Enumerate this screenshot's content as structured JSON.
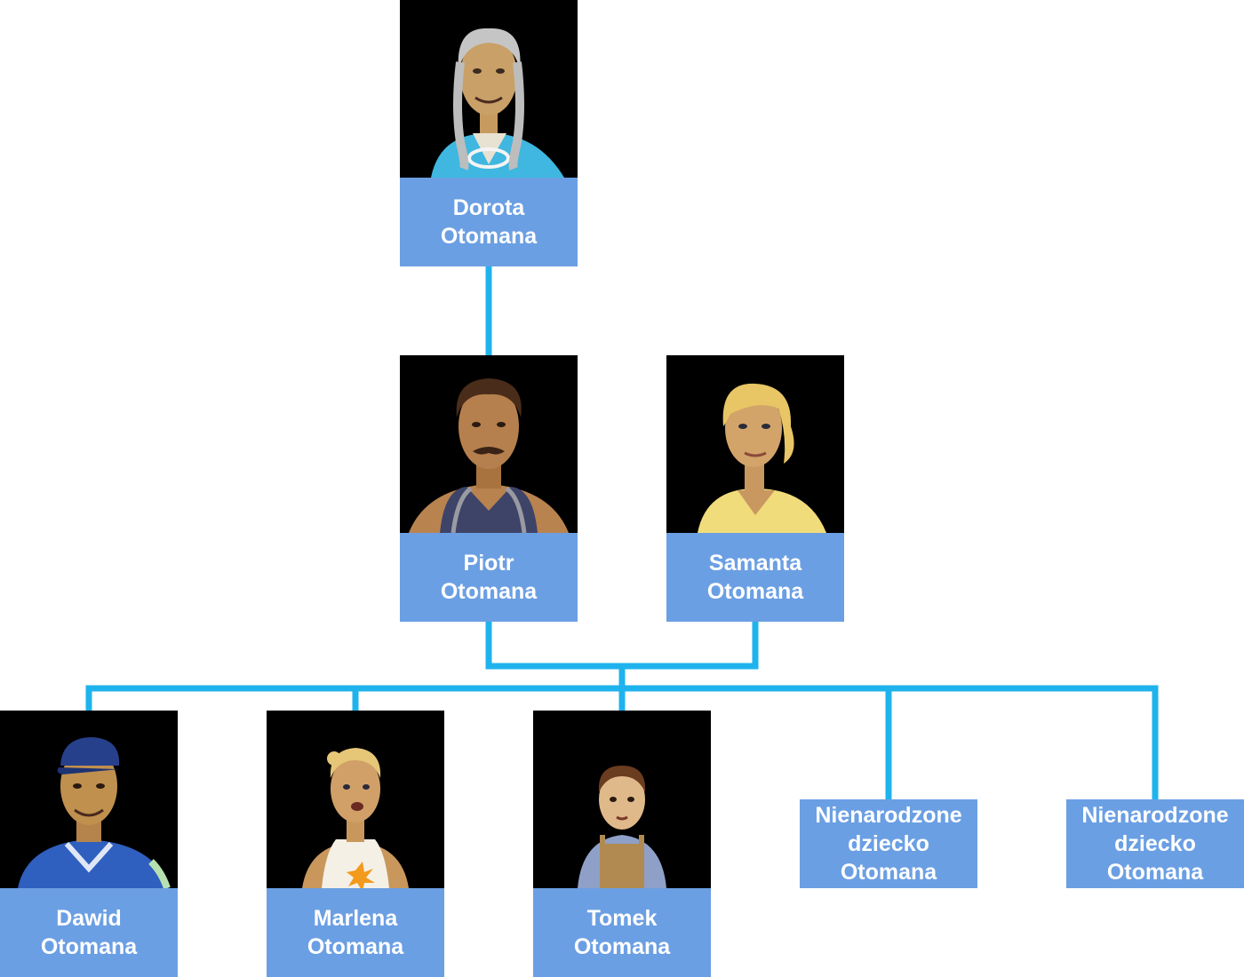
{
  "colors": {
    "connector": "#1fb3ee",
    "namebox": "#6b9fe3",
    "portrait_bg": "#000000",
    "text": "#ffffff"
  },
  "people": {
    "dorota": {
      "line1": "Dorota",
      "line2": "Otomana",
      "portrait": "elder-woman-grey-braids"
    },
    "piotr": {
      "line1": "Piotr",
      "line2": "Otomana",
      "portrait": "man-mustache-tank-top"
    },
    "samanta": {
      "line1": "Samanta",
      "line2": "Otomana",
      "portrait": "blonde-woman-yellow-top"
    },
    "dawid": {
      "line1": "Dawid",
      "line2": "Otomana",
      "portrait": "teen-boy-blue-cap"
    },
    "marlena": {
      "line1": "Marlena",
      "line2": "Otomana",
      "portrait": "girl-blonde-bun-flower-top"
    },
    "tomek": {
      "line1": "Tomek",
      "line2": "Otomana",
      "portrait": "toddler-overalls"
    },
    "unborn1": {
      "line1": "Nienarodzone",
      "line2": "dziecko",
      "line3": "Otomana"
    },
    "unborn2": {
      "line1": "Nienarodzone",
      "line2": "dziecko",
      "line3": "Otomana"
    }
  }
}
